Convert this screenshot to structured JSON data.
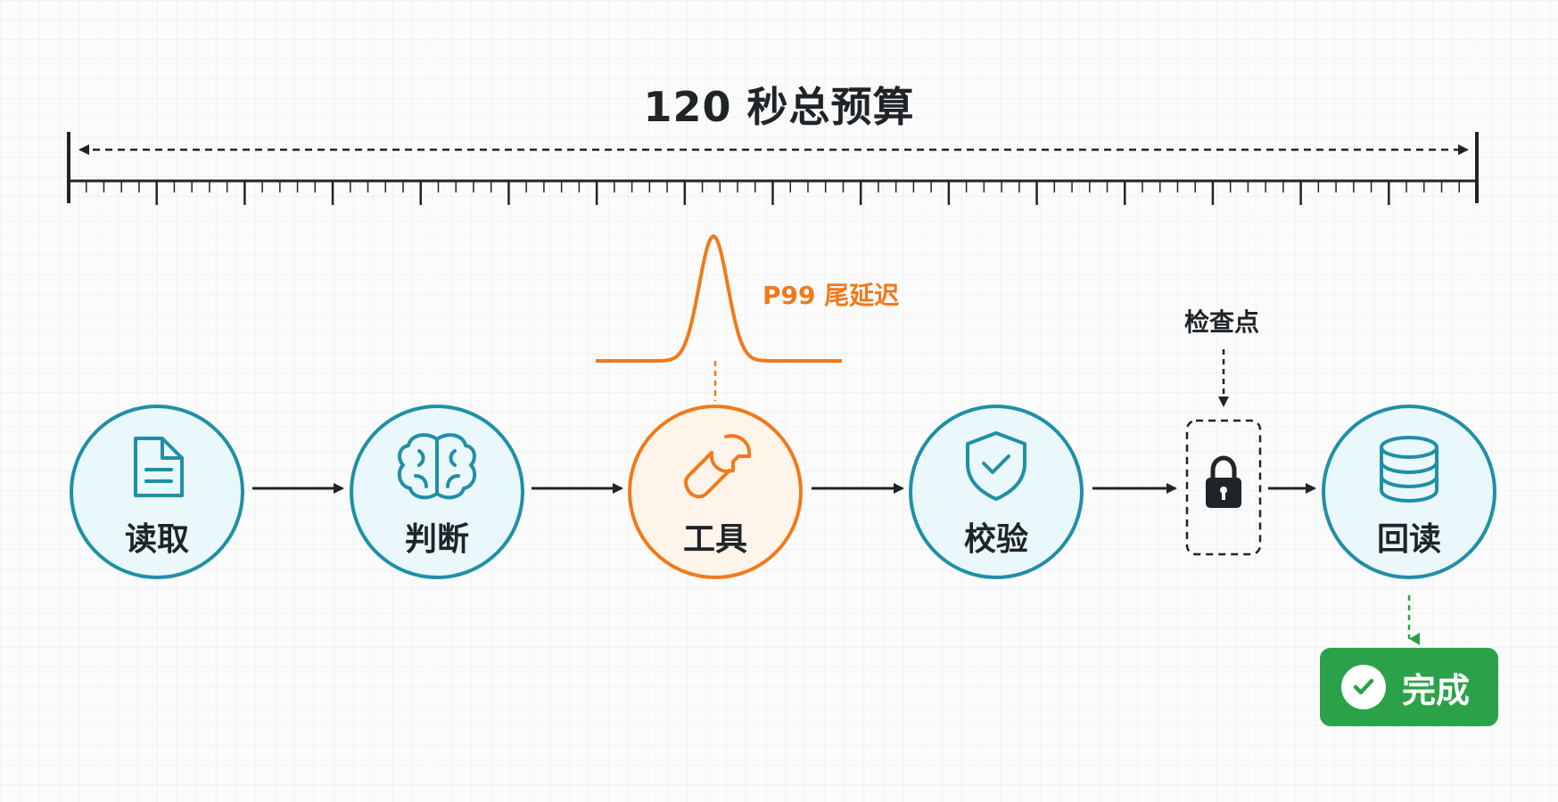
{
  "title": "120 秒总预算",
  "stages": [
    {
      "key": "read",
      "label": "读取",
      "icon": "document-icon"
    },
    {
      "key": "judge",
      "label": "判断",
      "icon": "brain-icon"
    },
    {
      "key": "tool",
      "label": "工具",
      "icon": "wrench-icon",
      "highlighted": true
    },
    {
      "key": "verify",
      "label": "校验",
      "icon": "shield-check-icon"
    },
    {
      "key": "readback",
      "label": "回读",
      "icon": "database-icon"
    }
  ],
  "tail_latency": {
    "label": "P99 尾延迟"
  },
  "checkpoint": {
    "label": "检查点",
    "icon": "lock-icon"
  },
  "done": {
    "label": "完成",
    "icon": "check-circle-icon"
  },
  "colors": {
    "teal": "#1f8fa6",
    "teal_fill": "#eaf7fb",
    "orange": "#f07a1a",
    "orange_fill": "#fff4ea",
    "green": "#2ba24a",
    "dark": "#1f2428"
  }
}
